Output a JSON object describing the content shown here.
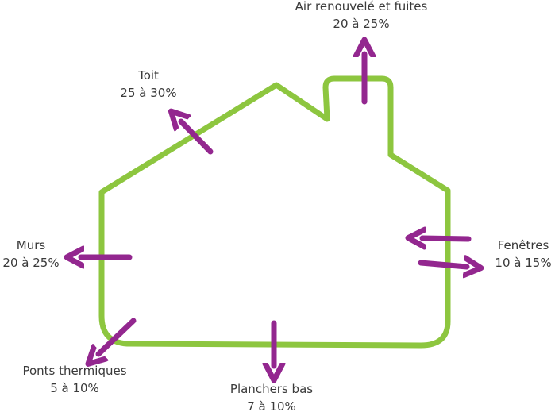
{
  "colors": {
    "house_outline": "#8dc63f",
    "arrows": "#93278f",
    "text": "#3a3a3a",
    "background": "#ffffff"
  },
  "labels": {
    "air": {
      "name": "Air renouvelé et fuites",
      "value": "20 à 25%"
    },
    "toit": {
      "name": "Toit",
      "value": "25 à 30%"
    },
    "murs": {
      "name": "Murs",
      "value": "20 à 25%"
    },
    "fenetres": {
      "name": "Fenêtres",
      "value": "10 à 15%"
    },
    "ponts": {
      "name": "Ponts thermiques",
      "value": "5 à 10%"
    },
    "planchers": {
      "name": "Planchers bas",
      "value": "7 à 10%"
    }
  }
}
